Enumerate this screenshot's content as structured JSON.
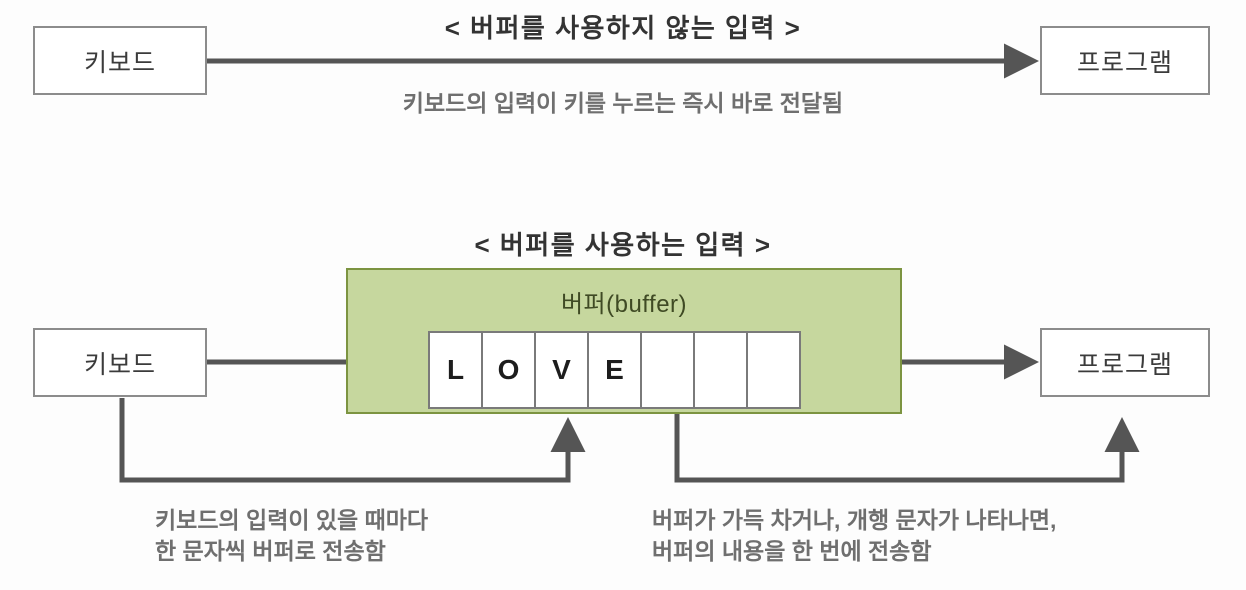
{
  "sections": [
    {
      "title": "< 버퍼를 사용하지 않는 입력 >",
      "source_label": "키보드",
      "target_label": "프로그램",
      "caption": "키보드의 입력이 키를 누르는 즉시 바로 전달됨"
    },
    {
      "title": "< 버퍼를 사용하는 입력 >",
      "source_label": "키보드",
      "target_label": "프로그램",
      "buffer_label": "버퍼(buffer)",
      "buffer_cells": [
        "L",
        "O",
        "V",
        "E",
        "",
        "",
        ""
      ],
      "caption_left": "키보드의 입력이 있을 때마다\n한 문자씩 버퍼로 전송함",
      "caption_right": "버퍼가 가득 차거나, 개행 문자가 나타나면,\n버퍼의 내용을 한 번에 전송함"
    }
  ],
  "colors": {
    "buffer_fill": "#c6d79e",
    "buffer_border": "#7c9441",
    "box_border": "#8c8c8c",
    "arrow": "#555555",
    "caption_text": "#6f6f6f",
    "title_text": "#333333"
  }
}
